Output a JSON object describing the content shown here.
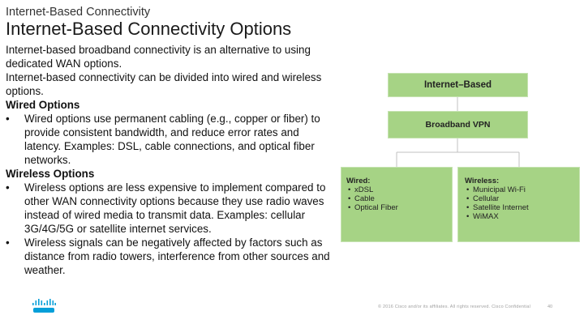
{
  "header": {
    "section": "Internet-Based Connectivity",
    "title": "Internet-Based Connectivity Options"
  },
  "body": {
    "p1": "Internet-based broadband connectivity is an alternative to using dedicated WAN options.",
    "p2": "Internet-based connectivity can be divided into wired and wireless options.",
    "wired_heading": "Wired Options",
    "wired_bullet": "Wired options use permanent cabling (e.g., copper or fiber) to provide consistent bandwidth, and reduce error rates and latency. Examples: DSL, cable connections, and optical fiber networks.",
    "wireless_heading": "Wireless Options",
    "wireless_bullet_1": "Wireless options are less expensive to implement compared to other WAN connectivity options because they use radio waves instead of wired media to transmit data. Examples: cellular 3G/4G/5G or satellite internet services.",
    "wireless_bullet_2": "Wireless signals can be negatively affected by factors such as distance from radio towers, interference from other sources and weather.",
    "bullet_symbol": "•"
  },
  "diagram": {
    "top": "Internet–Based",
    "middle": "Broadband VPN",
    "wired_title": "Wired:",
    "wired_items": [
      "xDSL",
      "Cable",
      "Optical Fiber"
    ],
    "wireless_title": "Wireless:",
    "wireless_items": [
      "Municipal Wi-Fi",
      "Cellular",
      "Satellite Internet",
      "WiMAX"
    ],
    "box_color": "#a6d385",
    "line_color": "#c0c0c0"
  },
  "footer": {
    "logo": "cisco-logo",
    "copyright": "© 2016  Cisco and/or its affiliates. All rights reserved.   Cisco Confidential",
    "page": "40",
    "logo_color": "#049fd9"
  }
}
